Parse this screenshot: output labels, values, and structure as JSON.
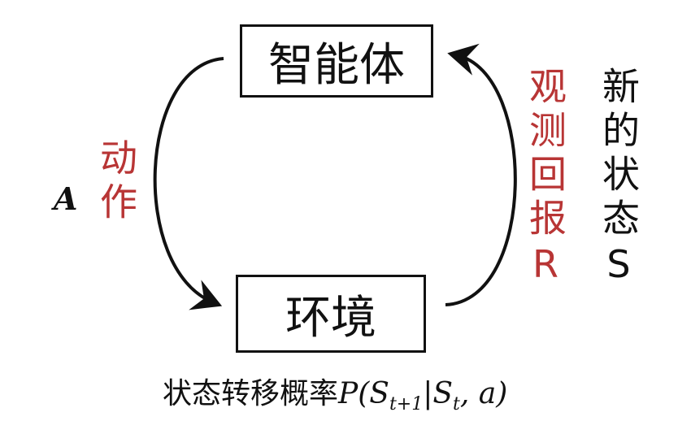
{
  "nodes": {
    "agent": "智能体",
    "environment": "环境"
  },
  "labels": {
    "action_symbol": "A",
    "action": "动作",
    "observation_reward": "观测回报R",
    "new_state": "新的状态S",
    "transition_text": "状态转移概率",
    "transition_formula": "P(S_{t+1}|S_t, a)"
  },
  "colors": {
    "accent": "#b83535",
    "stroke": "#111111"
  }
}
